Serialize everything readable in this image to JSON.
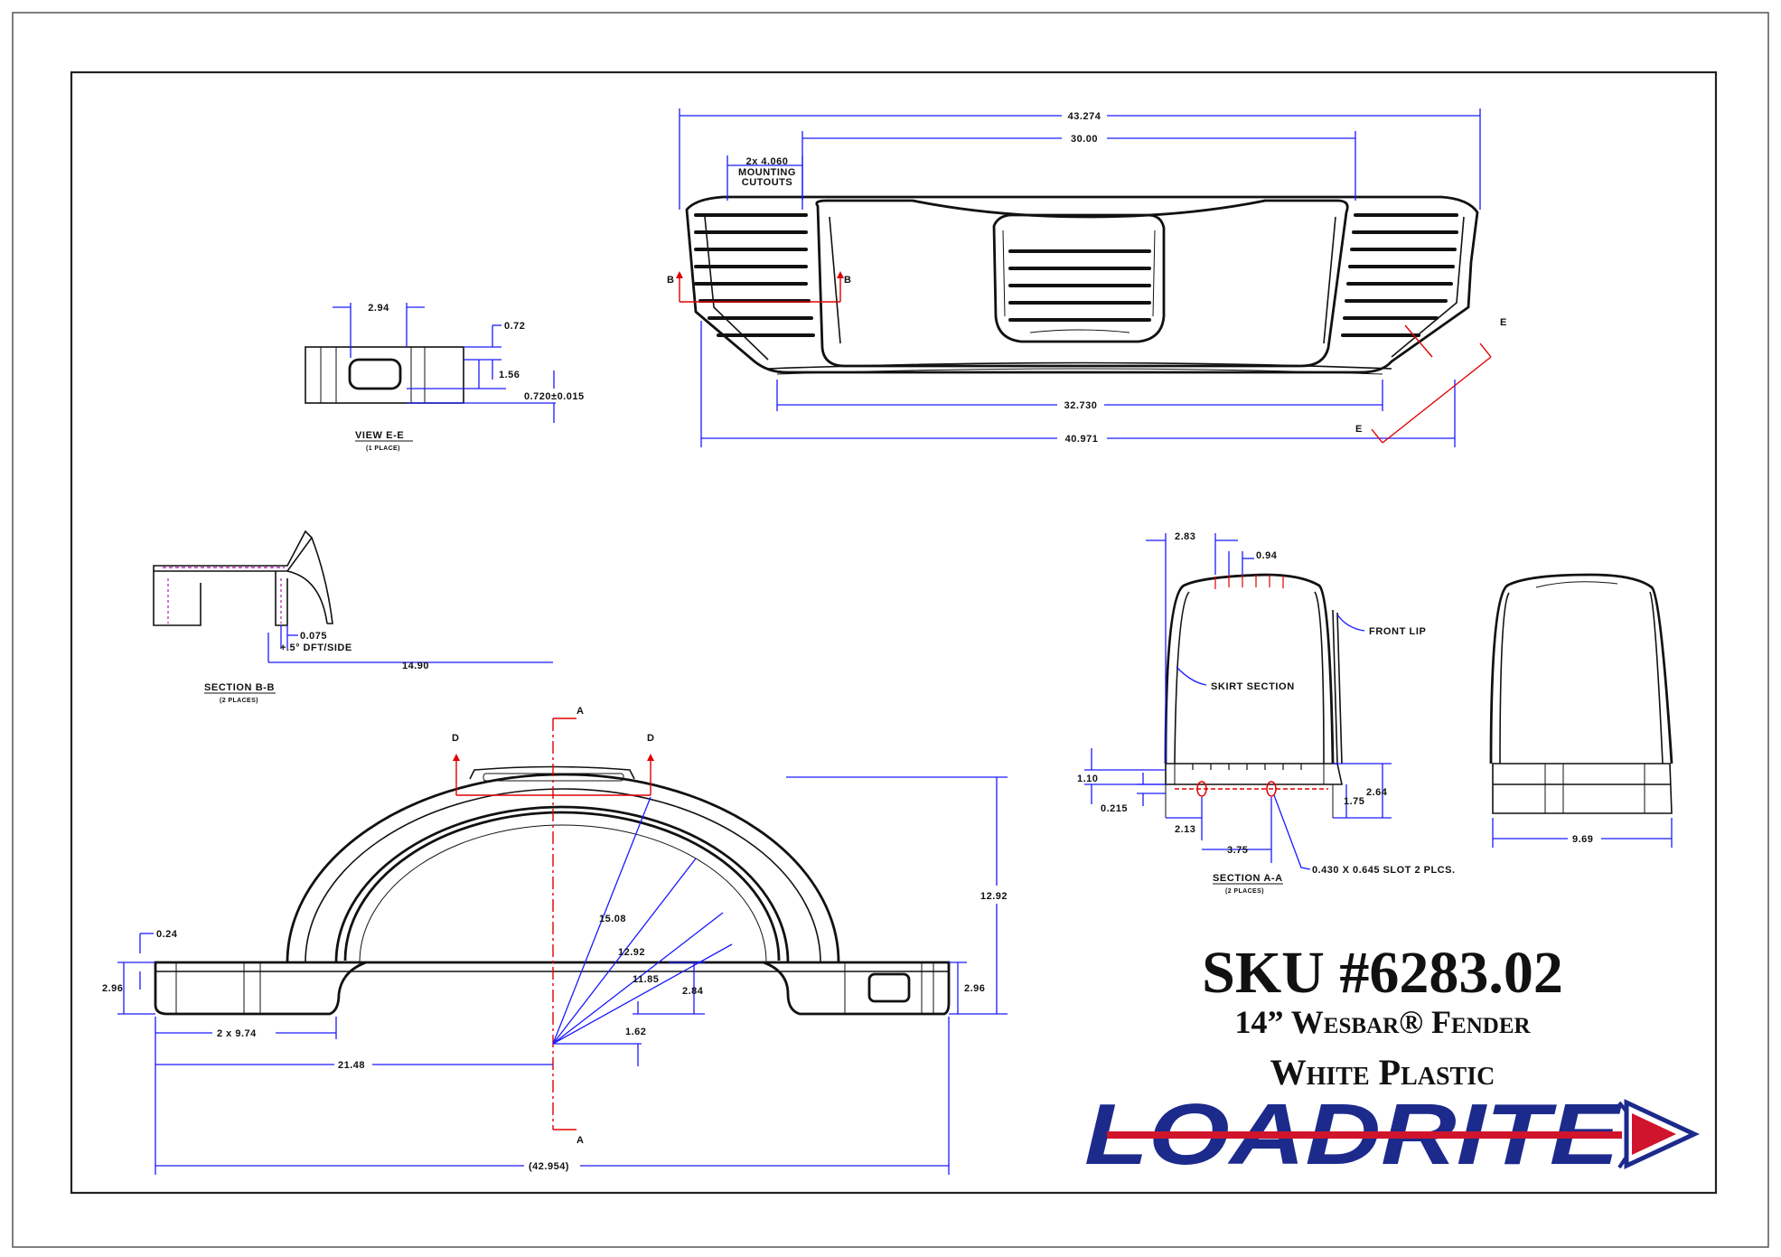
{
  "top_view": {
    "dim_overall": "43.274",
    "dim_inner": "30.00",
    "cutout_note": [
      "2x 4.060",
      "MOUNTING",
      "CUTOUTS"
    ],
    "dim_bottom_inner": "32.730",
    "dim_bottom_overall": "40.971",
    "section_b_marker": "B",
    "section_e_marker": "E"
  },
  "view_e": {
    "dim_width": "2.94",
    "dim_top": "0.72",
    "dim_height": "1.56",
    "dim_thickness": "0.720±0.015",
    "title": "VIEW E-E",
    "note": "(1 PLACE)"
  },
  "section_b": {
    "dim_wall": "0.075",
    "draft_note": "+.5° DFT/SIDE",
    "title": "SECTION B-B",
    "note": "(2 PLACES)"
  },
  "side_view": {
    "dim_offset": "14.90",
    "section_a_marker": "A",
    "section_d_marker": "D",
    "dim_lip": "0.24",
    "dim_left_height": "2.96",
    "dim_right_height": "2.96",
    "dim_overall_height": "12.92",
    "dim_r1": "15.08",
    "dim_r2": "12.92",
    "dim_r3": "11.85",
    "dim_r4": "2.84",
    "dim_r5": "1.62",
    "dim_mount": "2 x 9.74",
    "dim_half": "21.48",
    "dim_overall": "(42.954)"
  },
  "section_a": {
    "dim_a": "2.83",
    "dim_b": "0.94",
    "front_lip_label": "FRONT LIP",
    "skirt_label": "SKIRT SECTION",
    "dim_c": "1.10",
    "dim_d": "0.215",
    "dim_e": "2.64",
    "dim_f": "1.75",
    "dim_g": "2.13",
    "dim_h": "3.75",
    "slot_note": "0.430 X 0.645 SLOT 2 PLCS.",
    "title": "SECTION A-A",
    "note": "(2 PLACES)"
  },
  "end_view": {
    "dim_width": "9.69"
  },
  "title_block": {
    "sku": "SKU #6283.02",
    "product": "14” Wesbar® Fender",
    "material": "White Plastic",
    "logo": "LOADRITE"
  },
  "colors": {
    "dimension": "#1a1aff",
    "section": "#e00000",
    "logo_blue": "#1c2a8c",
    "logo_red": "#d0142c"
  }
}
